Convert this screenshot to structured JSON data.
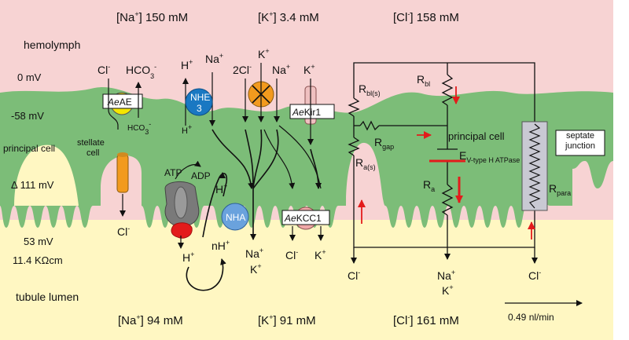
{
  "colors": {
    "hemolymph": "#f7d3d3",
    "cell": "#7cbd78",
    "lumen": "#fff7c2",
    "red_arrow": "#e31b1b",
    "nhe": "#1a78c2",
    "nha": "#6aa2dd",
    "cotransporter": "#f29a1e",
    "ae": "#f4e600",
    "kcc": "#f0a7a7",
    "kir": "#efc0c0",
    "junction": "#c9c9d3"
  },
  "regions": {
    "hemolymph": "hemolymph",
    "principal_left": "principal cell",
    "principal_right": "principal cell",
    "tubule_lumen": "tubule lumen",
    "stellate": "stellate",
    "stellate2": "cell"
  },
  "voltages": {
    "zero": "0 mV",
    "basolateral": "-58 mV",
    "delta": "Δ 111 mV",
    "lumen": "53 mV",
    "resistance": "11.4 KΩcm"
  },
  "concentrations": {
    "top": {
      "na": "150 mM",
      "k": "3.4 mM",
      "cl": "158 mM"
    },
    "bottom": {
      "na": "94 mM",
      "k": "91 mM",
      "cl": "161 mM"
    }
  },
  "flow_rate": "0.49 nl/min",
  "transporters": {
    "ae_prefix": "Ae",
    "ae_suffix": "AE",
    "nhe_line1": "NHE",
    "nhe_line2": "3",
    "kir_prefix": "Ae",
    "kir_suffix": "Kir1",
    "nha": "NHA",
    "kcc_prefix": "Ae",
    "kcc_suffix": "KCC1",
    "atp": "ATP",
    "adp": "ADP",
    "septate": "septate junction"
  },
  "ions": {
    "cl": "Cl",
    "hco3": "HCO",
    "h": "H",
    "na": "Na",
    "k": "K",
    "two_cl": "2Cl",
    "nh": "nH",
    "minus": "-",
    "plus": "+",
    "three": "3"
  },
  "circuit": {
    "r": "R",
    "bl_s": "bl(s)",
    "bl": "bl",
    "gap": "gap",
    "a_s": "a(s)",
    "a": "a",
    "para": "para",
    "e": "E",
    "e_sub": "V-type H ATPase"
  }
}
